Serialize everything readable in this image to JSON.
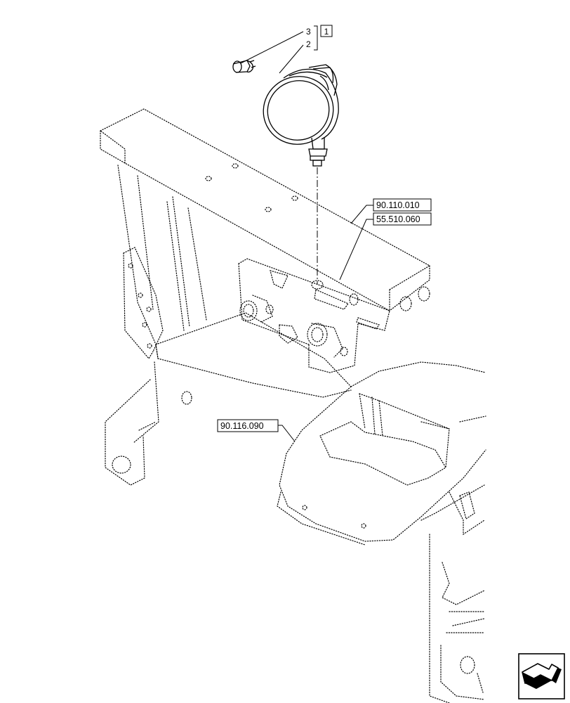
{
  "callouts": {
    "item3": "3",
    "item2": "2",
    "group_ref": "1"
  },
  "references": {
    "ref_a": "90.110.010",
    "ref_b": "55.510.060",
    "ref_c": "90.116.090"
  },
  "icons": {
    "nav": "next-page-arrow-icon"
  }
}
